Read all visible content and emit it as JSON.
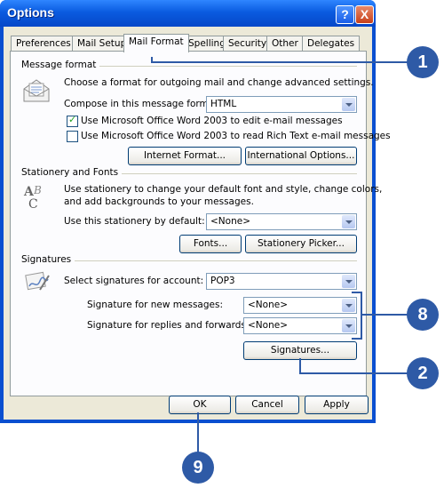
{
  "window": {
    "title": "Options",
    "help_label": "?",
    "close_label": "X"
  },
  "tabs": [
    {
      "label": "Preferences"
    },
    {
      "label": "Mail Setup"
    },
    {
      "label": "Mail Format",
      "active": true
    },
    {
      "label": "Spelling"
    },
    {
      "label": "Security"
    },
    {
      "label": "Other"
    },
    {
      "label": "Delegates"
    }
  ],
  "message_format": {
    "heading": "Message format",
    "description": "Choose a format for outgoing mail and change advanced settings.",
    "compose_label": "Compose in this message format:",
    "compose_value": "HTML",
    "word_edit_label": "Use Microsoft Office Word 2003 to edit e-mail messages",
    "word_edit_checked": true,
    "word_read_label": "Use Microsoft Office Word 2003 to read Rich Text e-mail messages",
    "word_read_checked": false,
    "internet_format_button": "Internet Format...",
    "international_options_button": "International Options..."
  },
  "stationery": {
    "heading": "Stationery and Fonts",
    "description_line1": "Use stationery to change your default font and style, change colors,",
    "description_line2": "and add backgrounds to your messages.",
    "default_label": "Use this stationery by default:",
    "default_value": "<None>",
    "fonts_button": "Fonts...",
    "stationery_picker_button": "Stationery Picker..."
  },
  "signatures": {
    "heading": "Signatures",
    "account_label": "Select signatures for account:",
    "account_value": "POP3",
    "new_messages_label": "Signature for new messages:",
    "new_messages_value": "<None>",
    "replies_label": "Signature for replies and forwards:",
    "replies_value": "<None>",
    "signatures_button": "Signatures..."
  },
  "footer": {
    "ok": "OK",
    "cancel": "Cancel",
    "apply": "Apply"
  },
  "callouts": {
    "c1": "1",
    "c8": "8",
    "c2": "2",
    "c9": "9"
  },
  "colors": {
    "titlebar": "#0a5be0",
    "dialog_face": "#ece9d8",
    "callout": "#2e5aa6"
  }
}
